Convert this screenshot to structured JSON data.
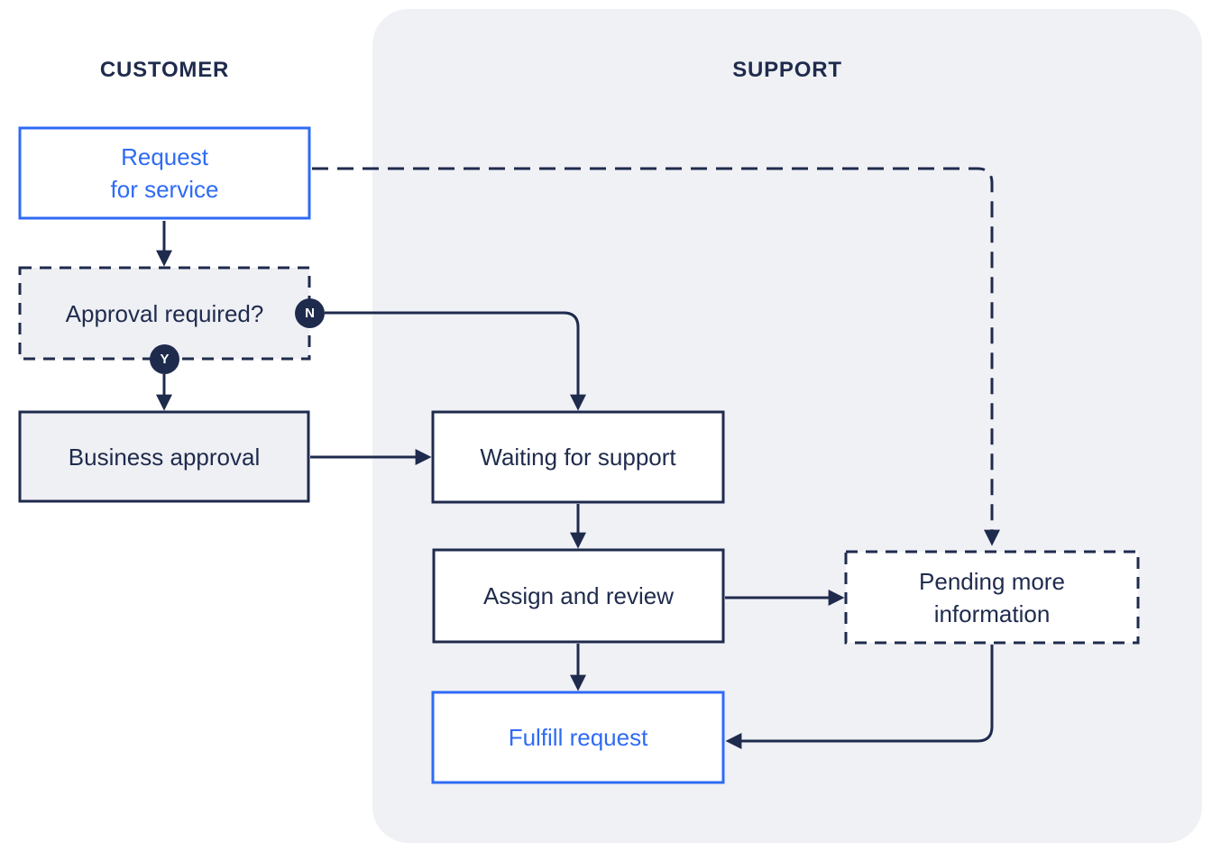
{
  "lanes": [
    {
      "title": "CUSTOMER"
    },
    {
      "title": "SUPPORT"
    }
  ],
  "nodes": {
    "request": {
      "label": "Request for service",
      "lines": [
        "Request",
        "for service"
      ]
    },
    "approval": {
      "label": "Approval required?",
      "lines": [
        "Approval required?"
      ]
    },
    "business": {
      "label": "Business approval",
      "lines": [
        "Business approval"
      ]
    },
    "waiting": {
      "label": "Waiting for support",
      "lines": [
        "Waiting for support"
      ]
    },
    "assign": {
      "label": "Assign and review",
      "lines": [
        "Assign and review"
      ]
    },
    "pending": {
      "label": "Pending more information",
      "lines": [
        "Pending more",
        "information"
      ]
    },
    "fulfill": {
      "label": "Fulfill request",
      "lines": [
        "Fulfill request"
      ]
    }
  },
  "badges": {
    "no": "N",
    "yes": "Y"
  },
  "colors": {
    "navy": "#1F2B4D",
    "blue": "#2F6BF5",
    "panel_bg": "#F0F1F5",
    "gray_node_bg": "#EFF0F4",
    "white_node_bg": "#FFFFFF"
  }
}
